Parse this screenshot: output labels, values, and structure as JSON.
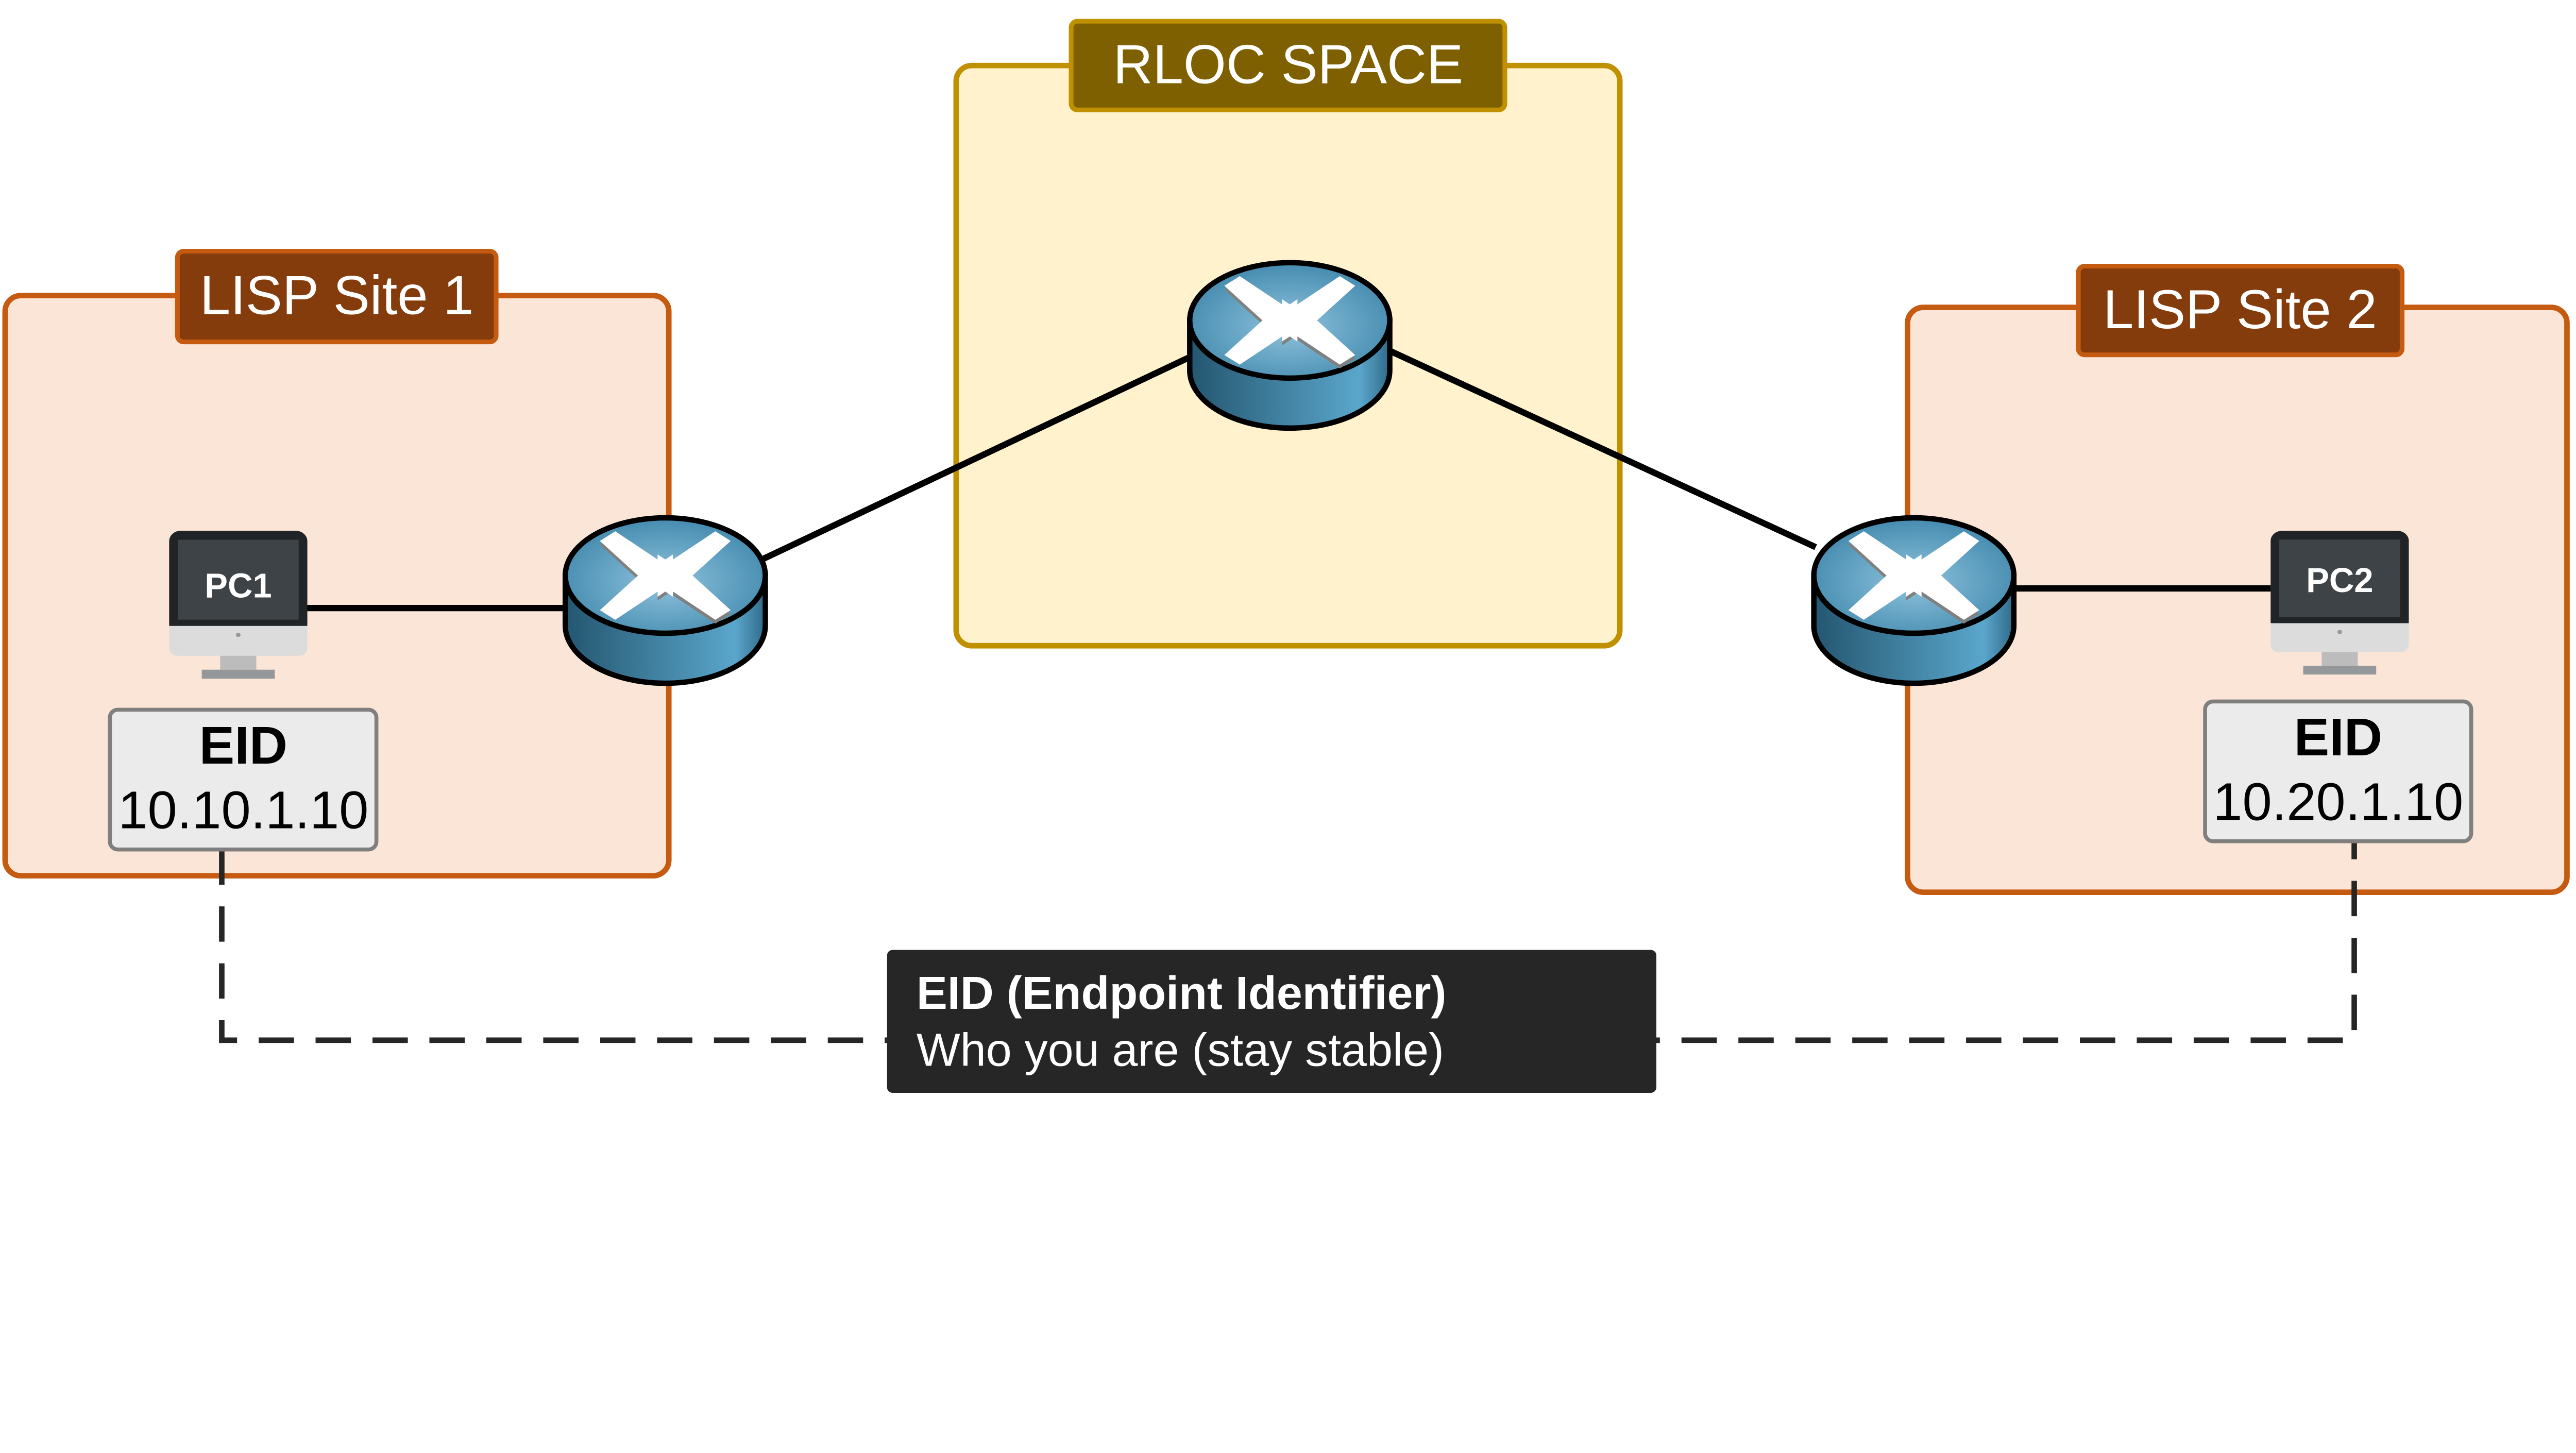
{
  "zones": {
    "site1": {
      "label": "LISP Site 1"
    },
    "rloc": {
      "label": "RLOC SPACE"
    },
    "site2": {
      "label": "LISP Site 2"
    }
  },
  "devices": {
    "pc1": {
      "label": "PC1"
    },
    "pc2": {
      "label": "PC2"
    }
  },
  "eids": {
    "pc1": {
      "title": "EID",
      "address": "10.10.1.10"
    },
    "pc2": {
      "title": "EID",
      "address": "10.20.1.10"
    }
  },
  "callout": {
    "title": "EID (Endpoint Identifier)",
    "subtitle": "Who you are (stay stable)"
  },
  "colors": {
    "site_fill": "#fbe5d6",
    "site_border": "#c55a11",
    "site_label_bg": "#843c0c",
    "rloc_fill": "#fff2cc",
    "rloc_border": "#bf9000",
    "rloc_label_bg": "#7f6000",
    "router": "#3b86ad",
    "callout_bg": "#262626"
  },
  "icons": [
    "router-icon",
    "pc-icon"
  ]
}
